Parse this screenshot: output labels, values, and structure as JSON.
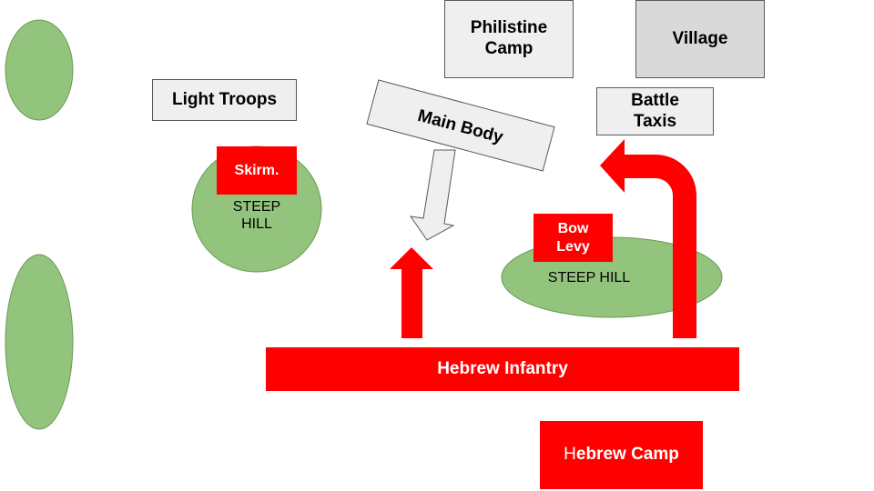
{
  "colors": {
    "hill_fill": "#93c47d",
    "hill_stroke": "#6a9a55",
    "hebrew_red": "#ff0000",
    "philistine_gray": "#efefef",
    "village_gray": "#d9d9d9",
    "outline": "#595959"
  },
  "labels": {
    "philistine_camp": "Philistine\nCamp",
    "village": "Village",
    "light_troops": "Light Troops",
    "main_body": "Main Body",
    "battle_taxis": "Battle\nTaxis",
    "skirmishers": "Skirm.",
    "steep_hill_left": "STEEP\nHILL",
    "bow_levy": "Bow\nLevy",
    "steep_hill_right": "STEEP HILL",
    "hebrew_infantry": "Hebrew Infantry",
    "hebrew_camp_first": "H",
    "hebrew_camp_rest": "ebrew Camp"
  }
}
